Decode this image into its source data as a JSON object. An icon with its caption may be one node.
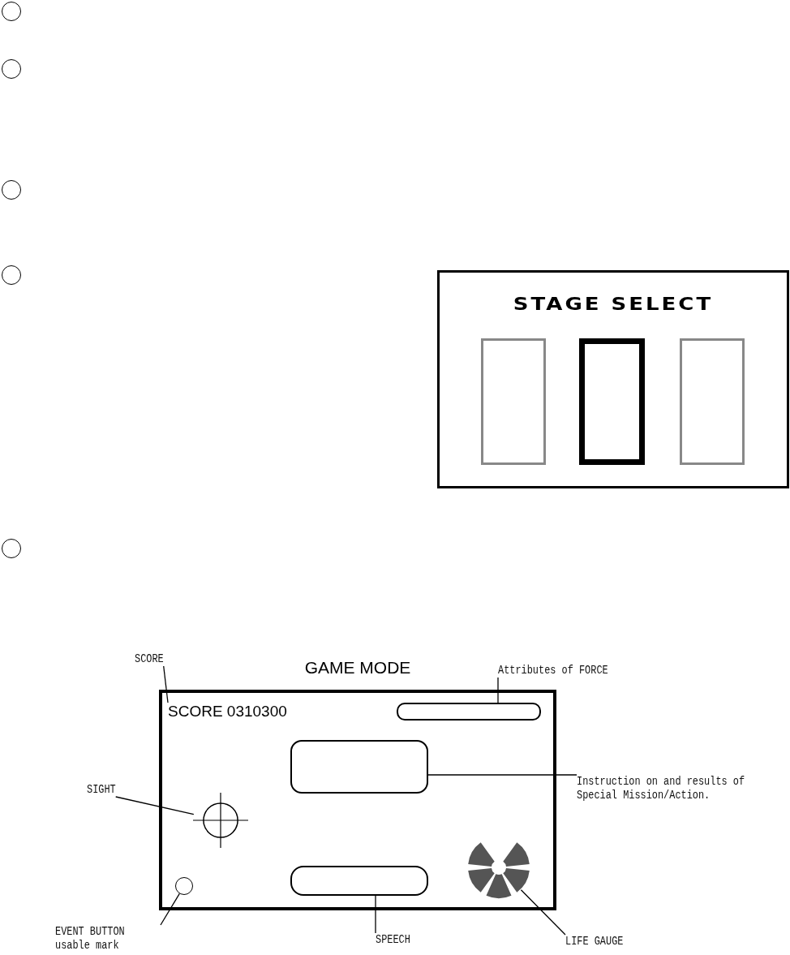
{
  "diagram": {
    "nodes": [
      {
        "text": [],
        "shape": "circle"
      },
      {
        "text": [],
        "shape": "circle"
      },
      {
        "text": [],
        "shape": "circle"
      },
      {
        "text": [],
        "shape": "circle"
      },
      {
        "text": [],
        "shape": "circle"
      },
      {
        "text": [
          "STAGE SELECT"
        ]
      },
      {
        "text": [],
        "shape": "box",
        "in": 5
      },
      {
        "text": [],
        "shape": "box",
        "in": 5
      },
      {
        "text": [],
        "shape": "box",
        "in": 5
      },
      {
        "text": [
          "GAME MODE"
        ]
      },
      {
        "text": [
          "SCORE 0310300"
        ],
        "in": 9
      },
      {
        "text": [],
        "shape": "box",
        "in": 9
      },
      {
        "text": [],
        "shape": "box",
        "in": 9
      },
      {
        "text": [],
        "shape": "circle",
        "in": 9
      },
      {
        "text": [],
        "shape": "circle",
        "in": 9
      },
      {
        "text": [],
        "shape": "box",
        "in": 9
      },
      {
        "text": [],
        "shape": "circle",
        "in": 9
      },
      {
        "text": [
          "SCORE"
        ]
      },
      {
        "text": [
          "Attributes of FORCE"
        ]
      },
      {
        "text": [
          "Instruction on and results of Special Mission/Action."
        ]
      },
      {
        "text": [
          "SIGHT"
        ]
      },
      {
        "text": [
          "EVENT BUTTON usable mark"
        ]
      },
      {
        "text": [
          "SPEECH"
        ]
      },
      {
        "text": [
          "LIFE GAUGE"
        ]
      }
    ],
    "edges": [
      {
        "from": 17,
        "to": 10,
        "arrow": "none"
      },
      {
        "from": 18,
        "to": 11,
        "arrow": "none"
      },
      {
        "from": 19,
        "to": 12,
        "arrow": "none"
      },
      {
        "from": 20,
        "to": 13,
        "arrow": "none"
      },
      {
        "from": 21,
        "to": 14,
        "arrow": "none"
      },
      {
        "from": 22,
        "to": 15,
        "arrow": "none"
      },
      {
        "from": 23,
        "to": 16,
        "arrow": "none"
      }
    ]
  }
}
